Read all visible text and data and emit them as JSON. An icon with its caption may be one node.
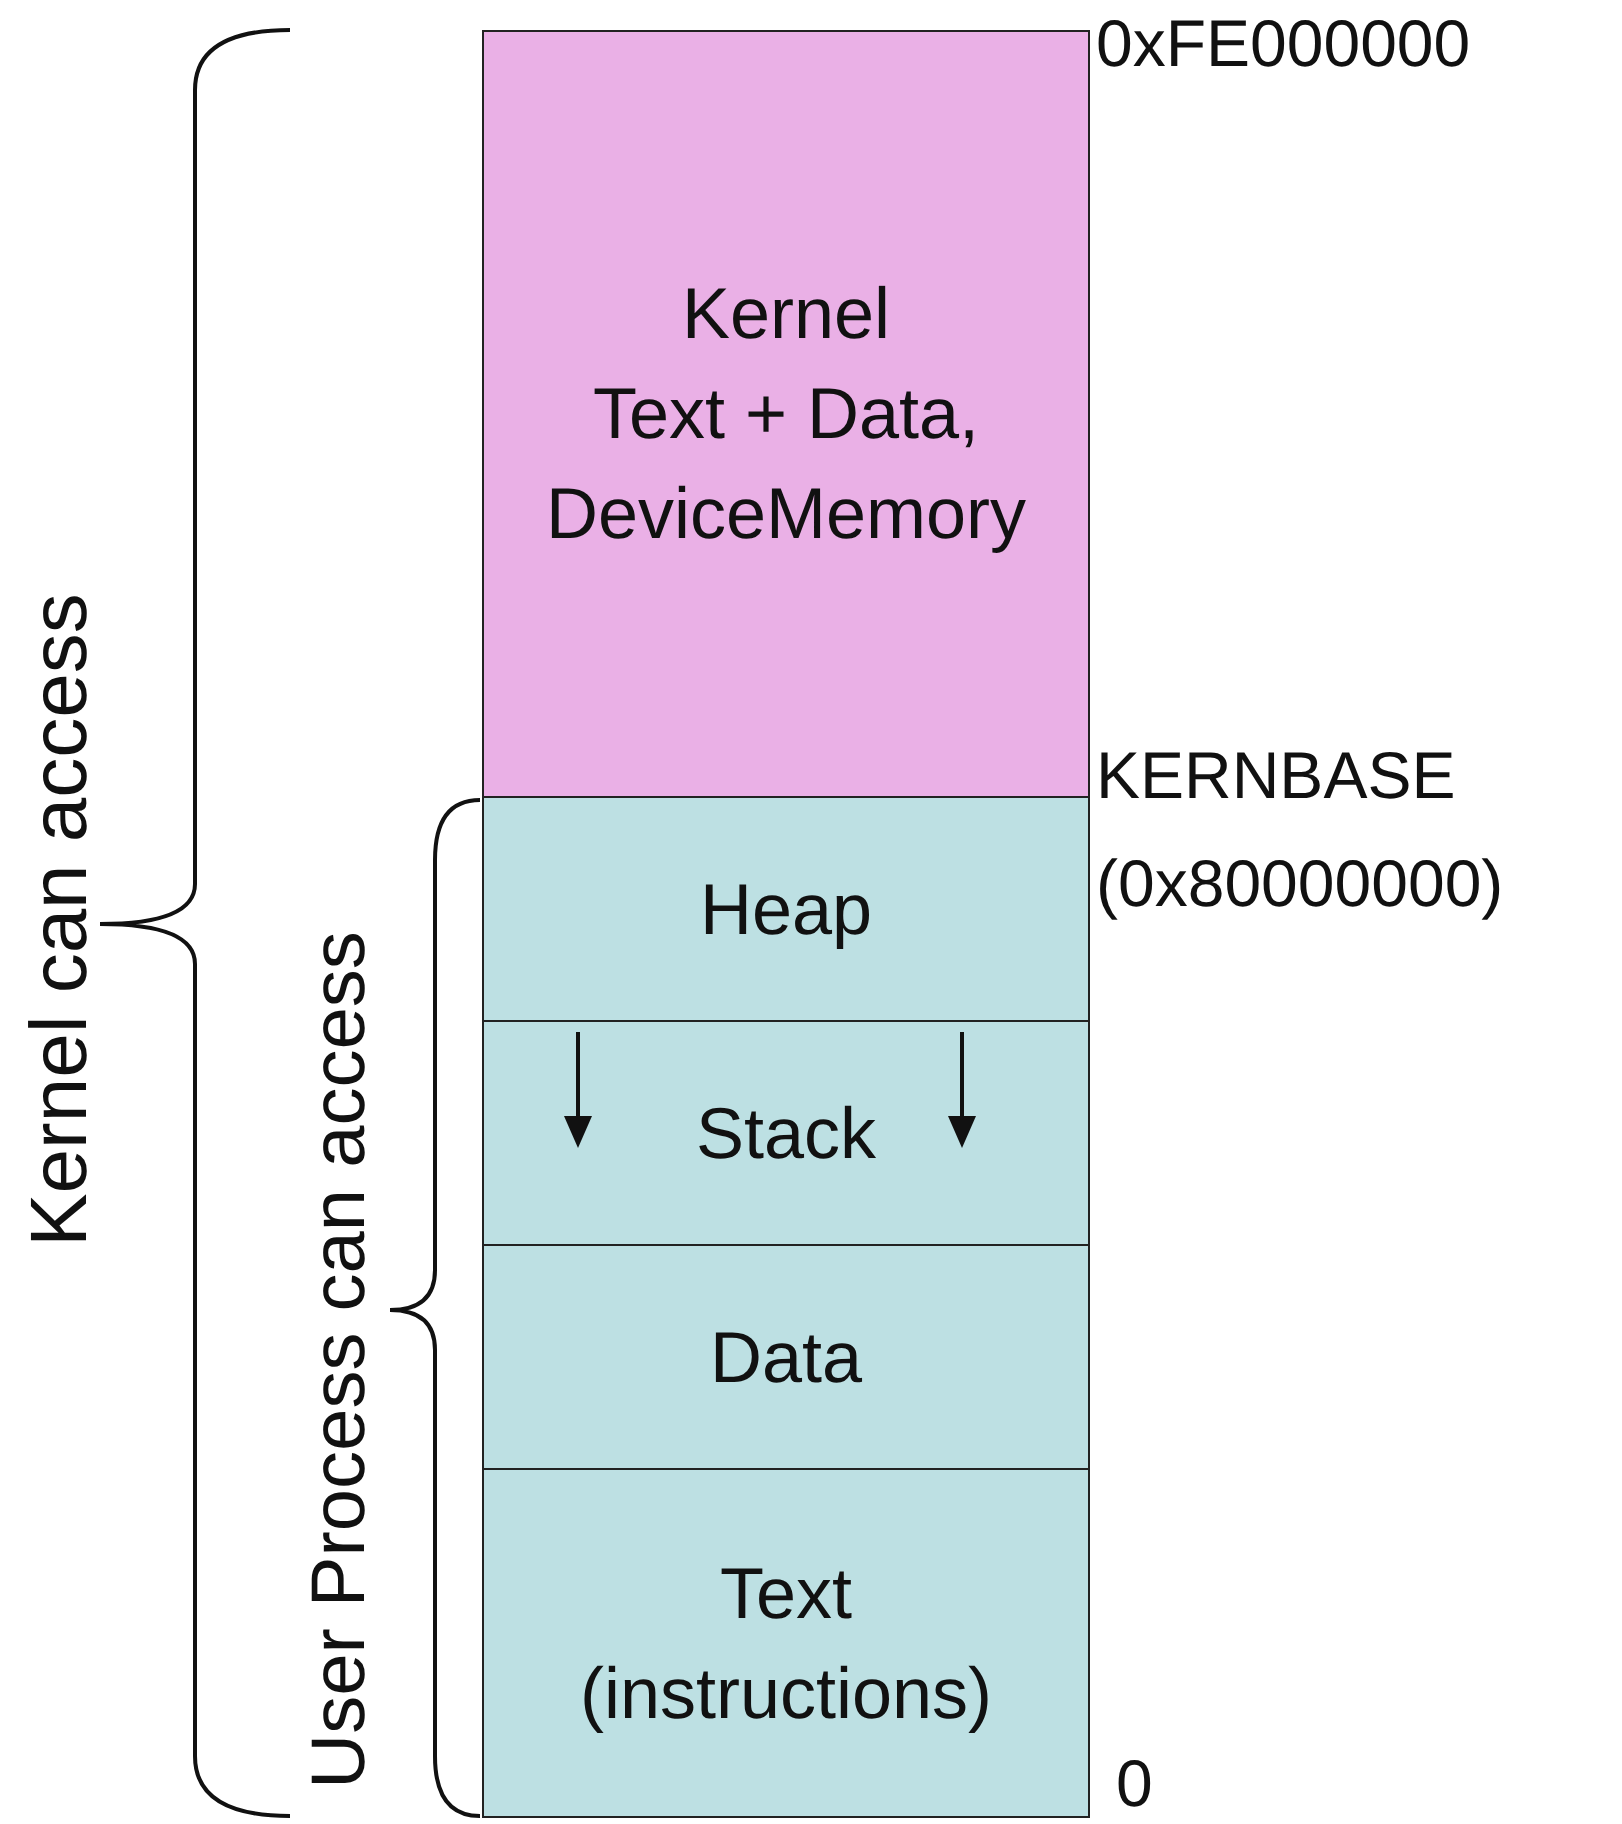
{
  "diagram": {
    "nodes": [
      {
        "text": [
          "Kernel",
          "Text + Data, DeviceMemory"
        ]
      },
      {
        "text": [
          "Heap"
        ]
      },
      {
        "text": [
          "Stack"
        ]
      },
      {
        "text": [
          "Data"
        ]
      },
      {
        "text": [
          "Text (instructions)"
        ]
      }
    ],
    "labels": [
      "0xFE000000",
      "KERNBASE",
      "(0x80000000)",
      "0",
      "Kernel can access",
      "User Process can access"
    ]
  }
}
